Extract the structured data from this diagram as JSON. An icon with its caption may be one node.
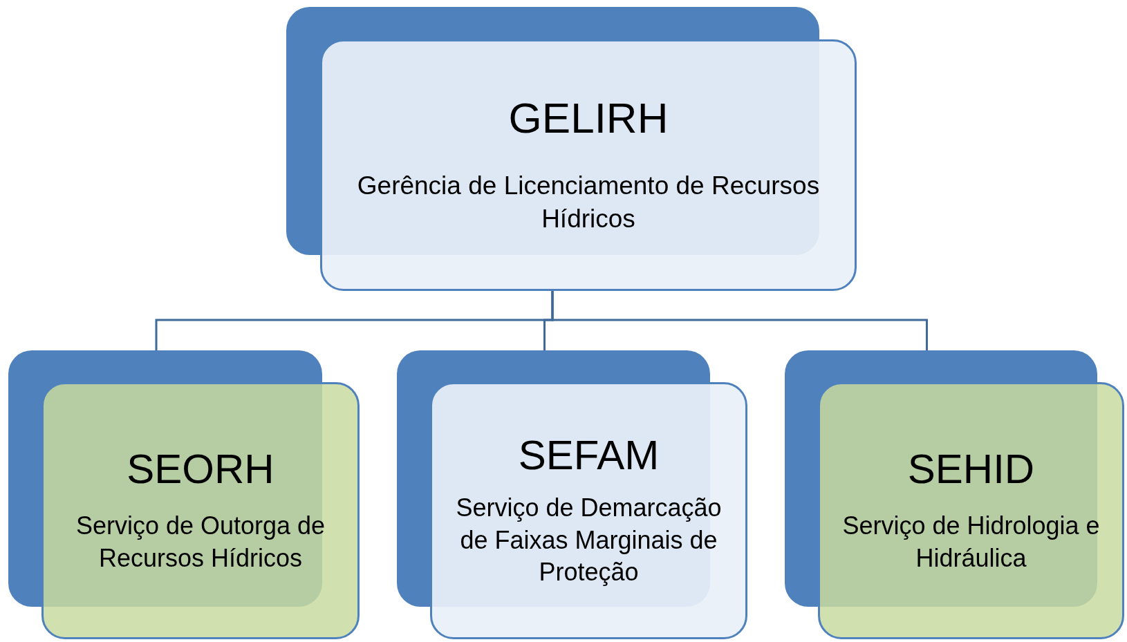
{
  "diagram": {
    "nodes": [
      {
        "text": [
          "GELIRH",
          "Gerência de Licenciamento de Recursos Hídricos"
        ]
      },
      {
        "text": [
          "SEORH",
          "Serviço de Outorga de Recursos Hídricos"
        ]
      },
      {
        "text": [
          "SEFAM",
          "Serviço de Demarcação de Faixas Marginais de Proteção"
        ]
      },
      {
        "text": [
          "SEHID",
          "Serviço de Hidrologia e Hidráulica"
        ]
      }
    ],
    "edges": [
      {
        "from": 0,
        "to": 1,
        "arrow": "none"
      },
      {
        "from": 0,
        "to": 2,
        "arrow": "none"
      },
      {
        "from": 0,
        "to": 3,
        "arrow": "none"
      }
    ]
  }
}
